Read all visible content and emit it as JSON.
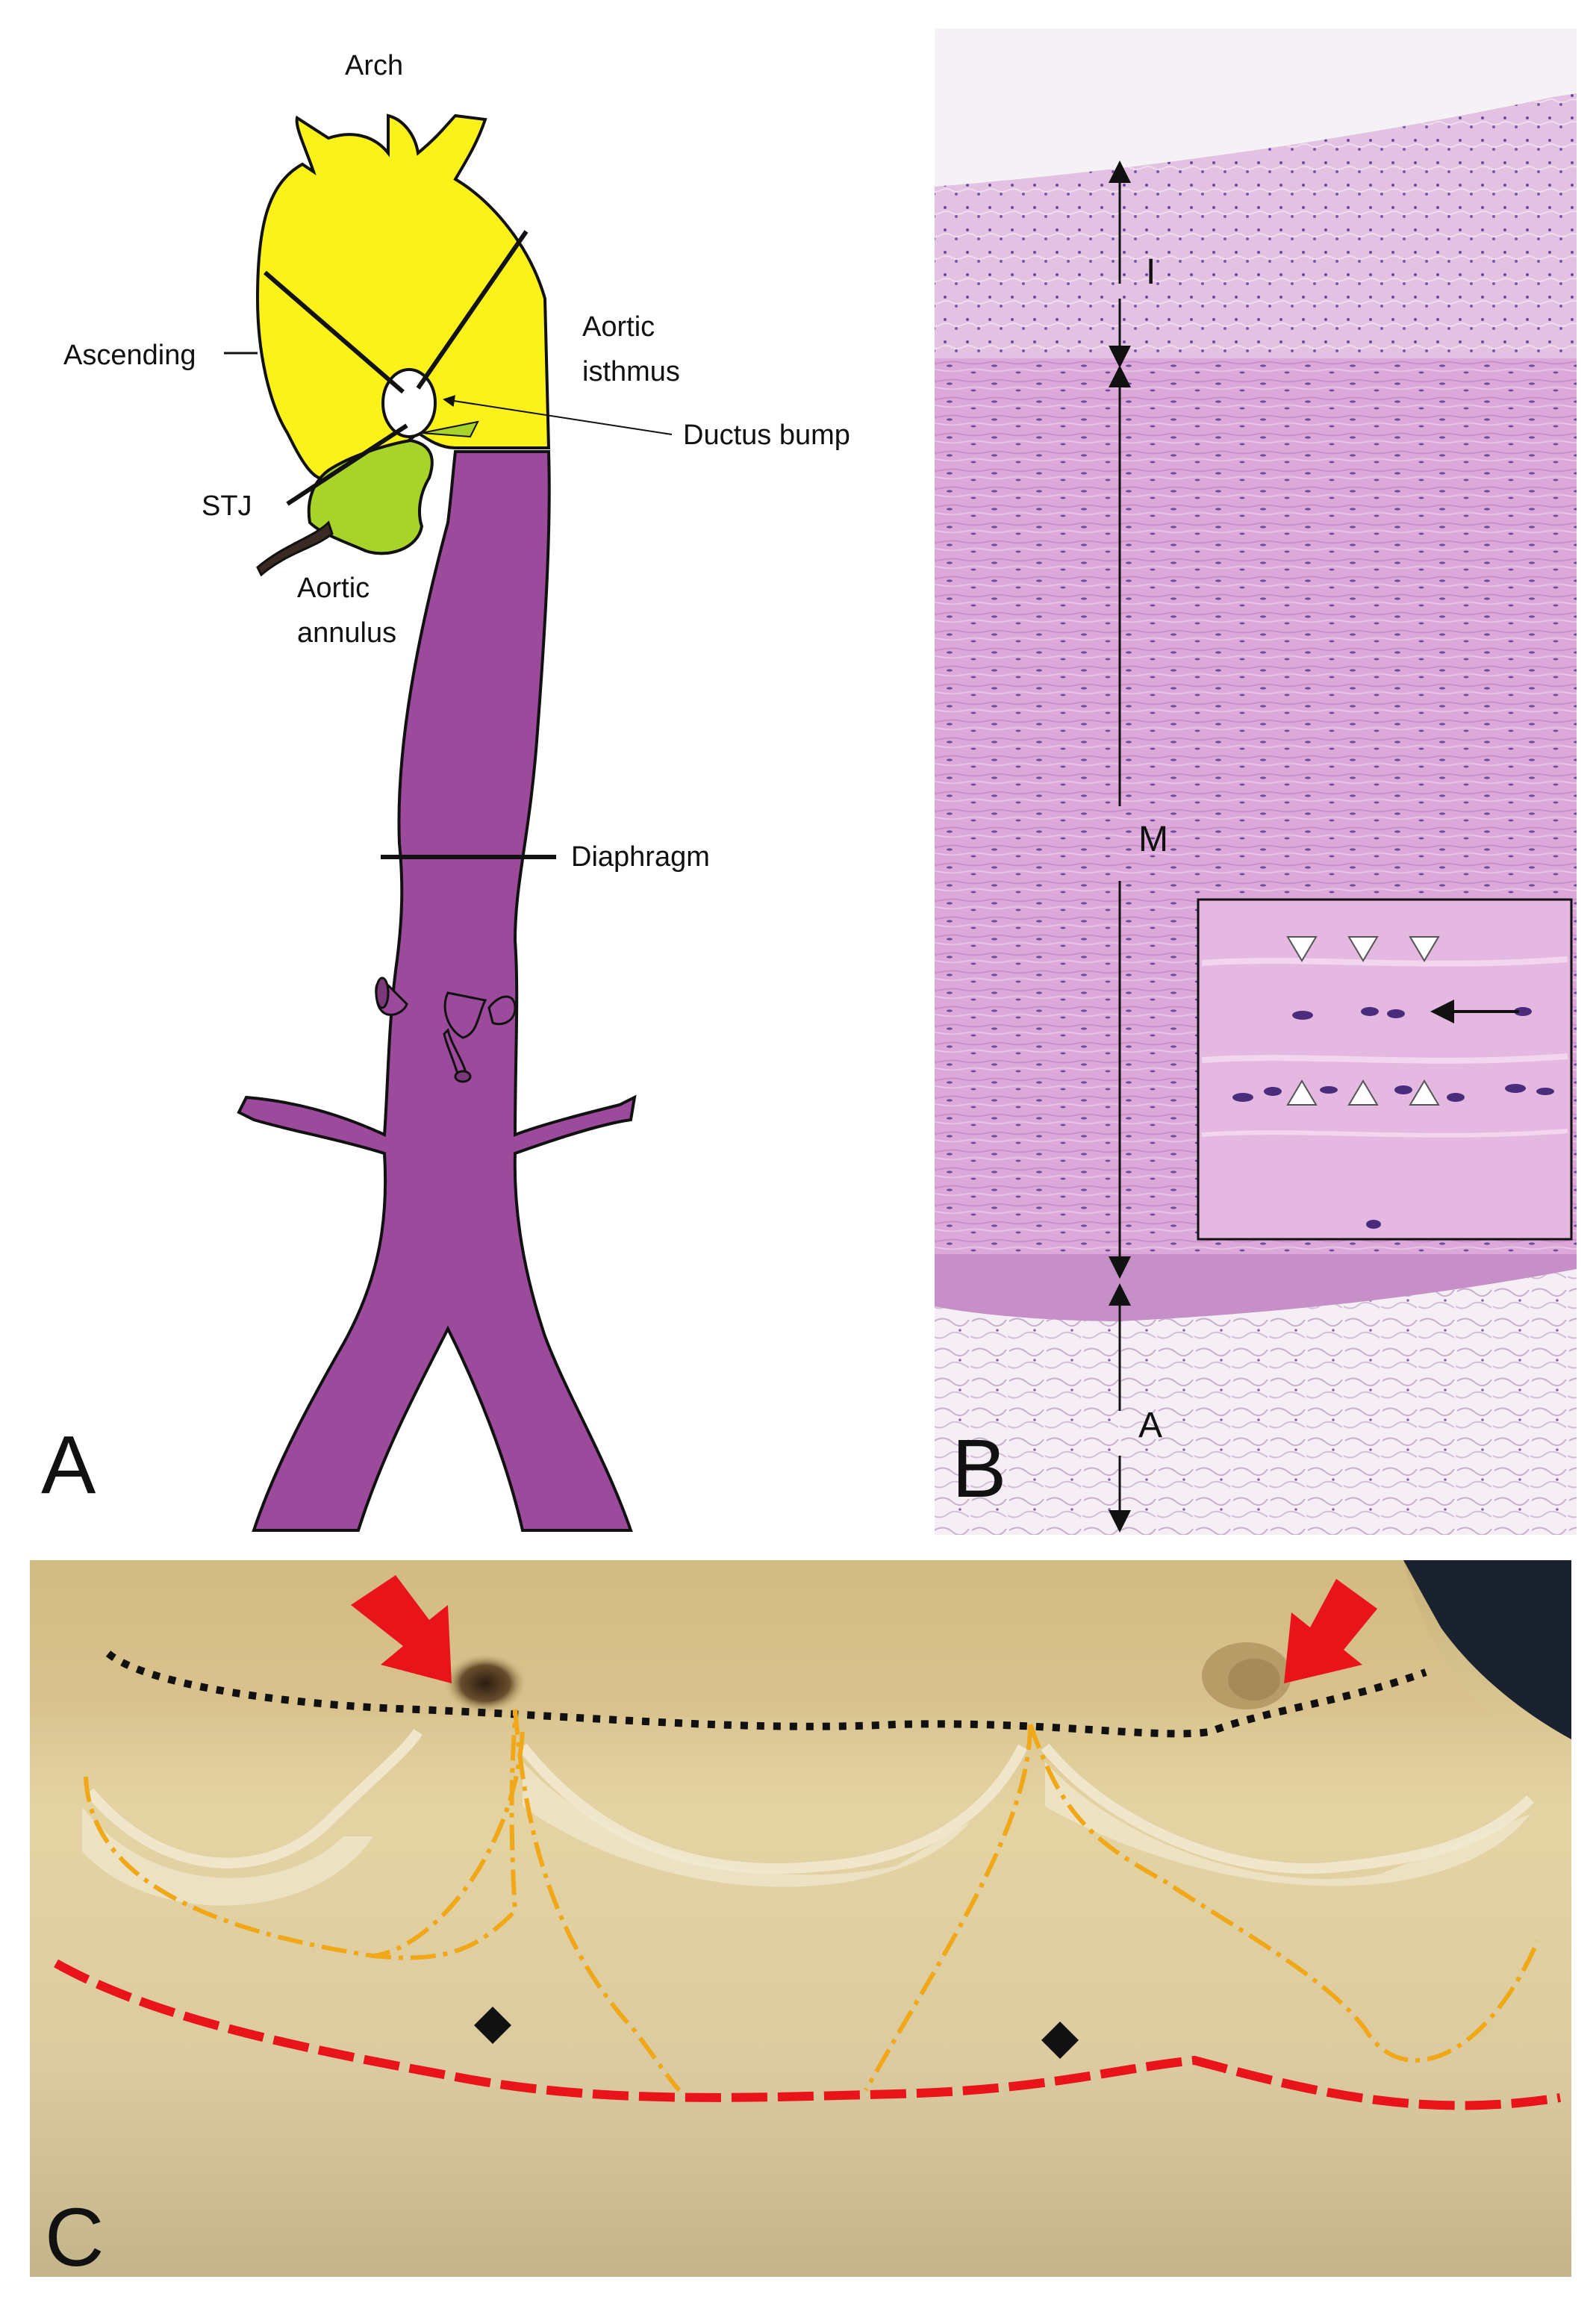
{
  "panelA": {
    "letter": "A",
    "labels": {
      "arch": "Arch",
      "ascending": "Ascending",
      "aortic_isthmus_1": "Aortic",
      "aortic_isthmus_2": "isthmus",
      "ductus_bump": "Ductus bump",
      "stj": "STJ",
      "aortic_annulus_1": "Aortic",
      "aortic_annulus_2": "annulus",
      "diaphragm": "Diaphragm"
    },
    "colors": {
      "thoracic": "#fbf21a",
      "root": "#a8d42a",
      "descending": "#9c4a9c"
    }
  },
  "panelB": {
    "letter": "B",
    "layers": {
      "intima": "I",
      "media": "M",
      "adventitia": "A"
    },
    "colors": {
      "stain": "#d7a6d8",
      "nuclei": "#5a3e8c"
    }
  },
  "panelC": {
    "letter": "C",
    "colors": {
      "tissue": "#d9c896",
      "black_line": "#111111",
      "orange_line": "#f0a818",
      "red_line": "#e8141a",
      "arrow": "#e8141a"
    }
  }
}
